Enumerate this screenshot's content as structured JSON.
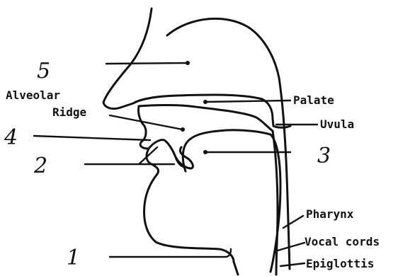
{
  "labels": {
    "alveolar_1": "Alveolar",
    "alveolar_2": "Ridge",
    "palate": "Palate",
    "uvula": "Uvula",
    "pharynx": "Pharynx",
    "vocal_cords": "Vocal cords",
    "epiglottis": "Epiglottis"
  },
  "numbers": {
    "n5": "5",
    "n4": "4",
    "n3": "3",
    "n2": "2",
    "n1": "1"
  }
}
